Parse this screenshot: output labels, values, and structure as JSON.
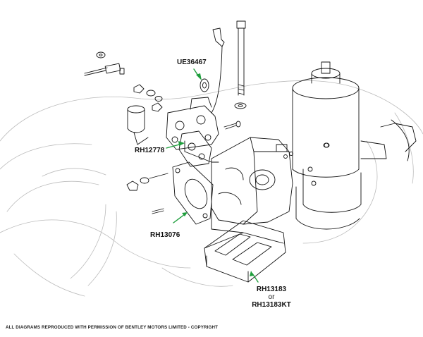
{
  "labels": {
    "ue36467": "UE36467",
    "rh12778": "RH12778",
    "rh13076": "RH13076",
    "rh13183": "RH13183",
    "or": "or",
    "rh13183kt": "RH13183KT"
  },
  "footer": "ALL DIAGRAMS REPRODUCED WITH PERMISSION OF BENTLEY MOTORS LIMITED - COPYRIGHT",
  "colors": {
    "line": "#111111",
    "leader_arrow": "#1e9e3c",
    "background": "#ffffff"
  }
}
